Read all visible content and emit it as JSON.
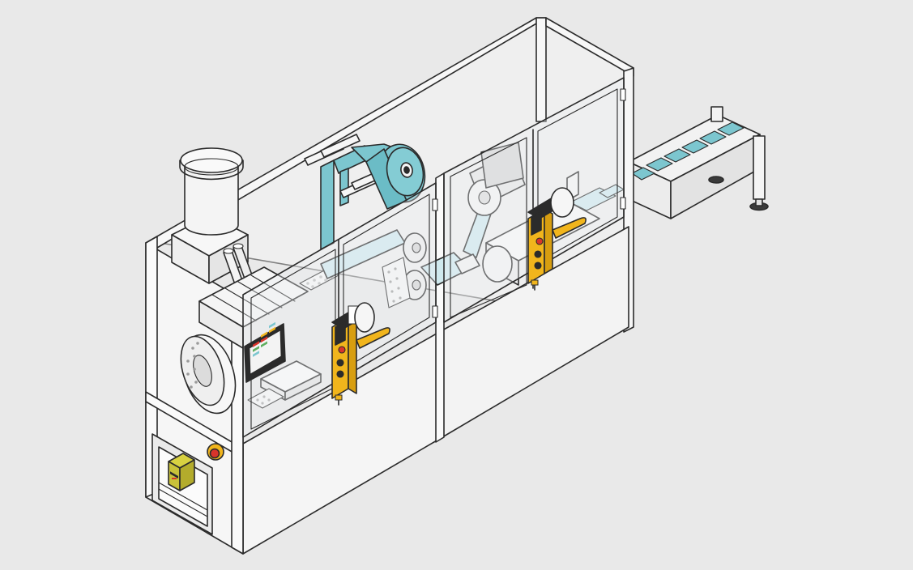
{
  "colors": {
    "background": "#e9e9e9",
    "frame_white": "#f7f7f7",
    "panel_light": "#f0f0f0",
    "glass": "#eef2f3",
    "outline": "#2b2b2b",
    "teal_film": "#7cc6cf",
    "teal_film_dark": "#5fb0ba",
    "pale_blue": "#cfe9ee",
    "safety_yellow": "#f1b51c",
    "safety_dark": "#2b2b2b",
    "estop_red": "#d9342b",
    "controller_olive": "#c9c23a"
  },
  "components": {
    "hopper": "hopper",
    "forming_station": "forming-station",
    "sealing_station": "sealing-station",
    "film_reel": "film-reel",
    "perforated_strip": "perforated-strip",
    "hmi_panel": "hmi-panel",
    "door_lock_left": "door-lock-left",
    "door_lock_right": "door-lock-right",
    "emergency_stop": "emergency-stop",
    "safety_controller": "safety-controller",
    "output_conveyor": "output-conveyor",
    "blister_packs": "blister-packs",
    "guard_doors": "guard-doors"
  }
}
